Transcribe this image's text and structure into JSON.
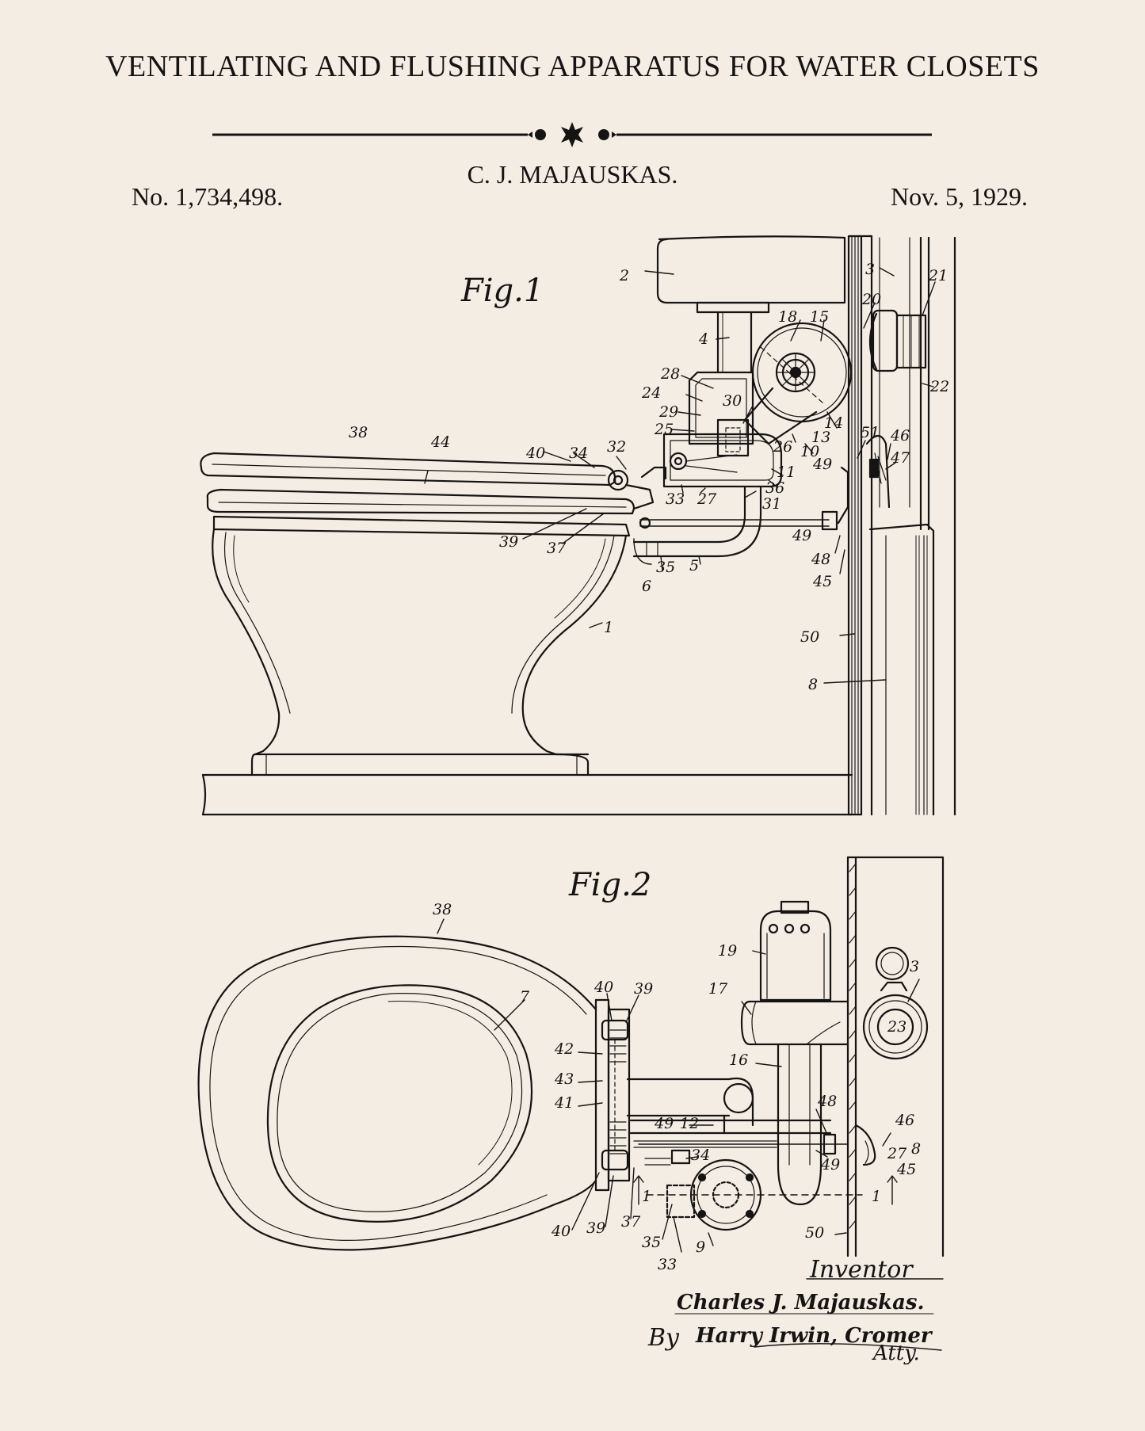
{
  "header": {
    "title": "VENTILATING AND FLUSHING APPARATUS FOR WATER CLOSETS",
    "inventor": "C. J. MAJAUSKAS.",
    "patent_number": "No. 1,734,498.",
    "date": "Nov. 5, 1929."
  },
  "figures": {
    "fig1_label": "Fig.1",
    "fig2_label": "Fig.2"
  },
  "fig1_refs": [
    "2",
    "3",
    "21",
    "20",
    "18",
    "15",
    "4",
    "28",
    "24",
    "30",
    "29",
    "25",
    "13",
    "14",
    "26",
    "10",
    "51",
    "46",
    "47",
    "22",
    "38",
    "44",
    "40",
    "34",
    "32",
    "11",
    "49",
    "36",
    "33",
    "27",
    "31",
    "39",
    "37",
    "35",
    "5",
    "6",
    "49",
    "48",
    "45",
    "1",
    "50",
    "8"
  ],
  "fig2_refs": [
    "38",
    "7",
    "40",
    "39",
    "19",
    "17",
    "3",
    "23",
    "16",
    "42",
    "43",
    "41",
    "49",
    "12",
    "48",
    "46",
    "34",
    "8",
    "27",
    "45",
    "49",
    "37",
    "1",
    "1",
    "40",
    "39",
    "35",
    "9",
    "50",
    "33"
  ],
  "signature": {
    "heading": "Inventor",
    "inventor_signature": "Charles J. Majauskas.",
    "by": "By",
    "attorney_signature": "Harry Irwin, Cromer",
    "atty": "Atty."
  },
  "colors": {
    "background": "#f3ede4",
    "ink": "#161412"
  }
}
